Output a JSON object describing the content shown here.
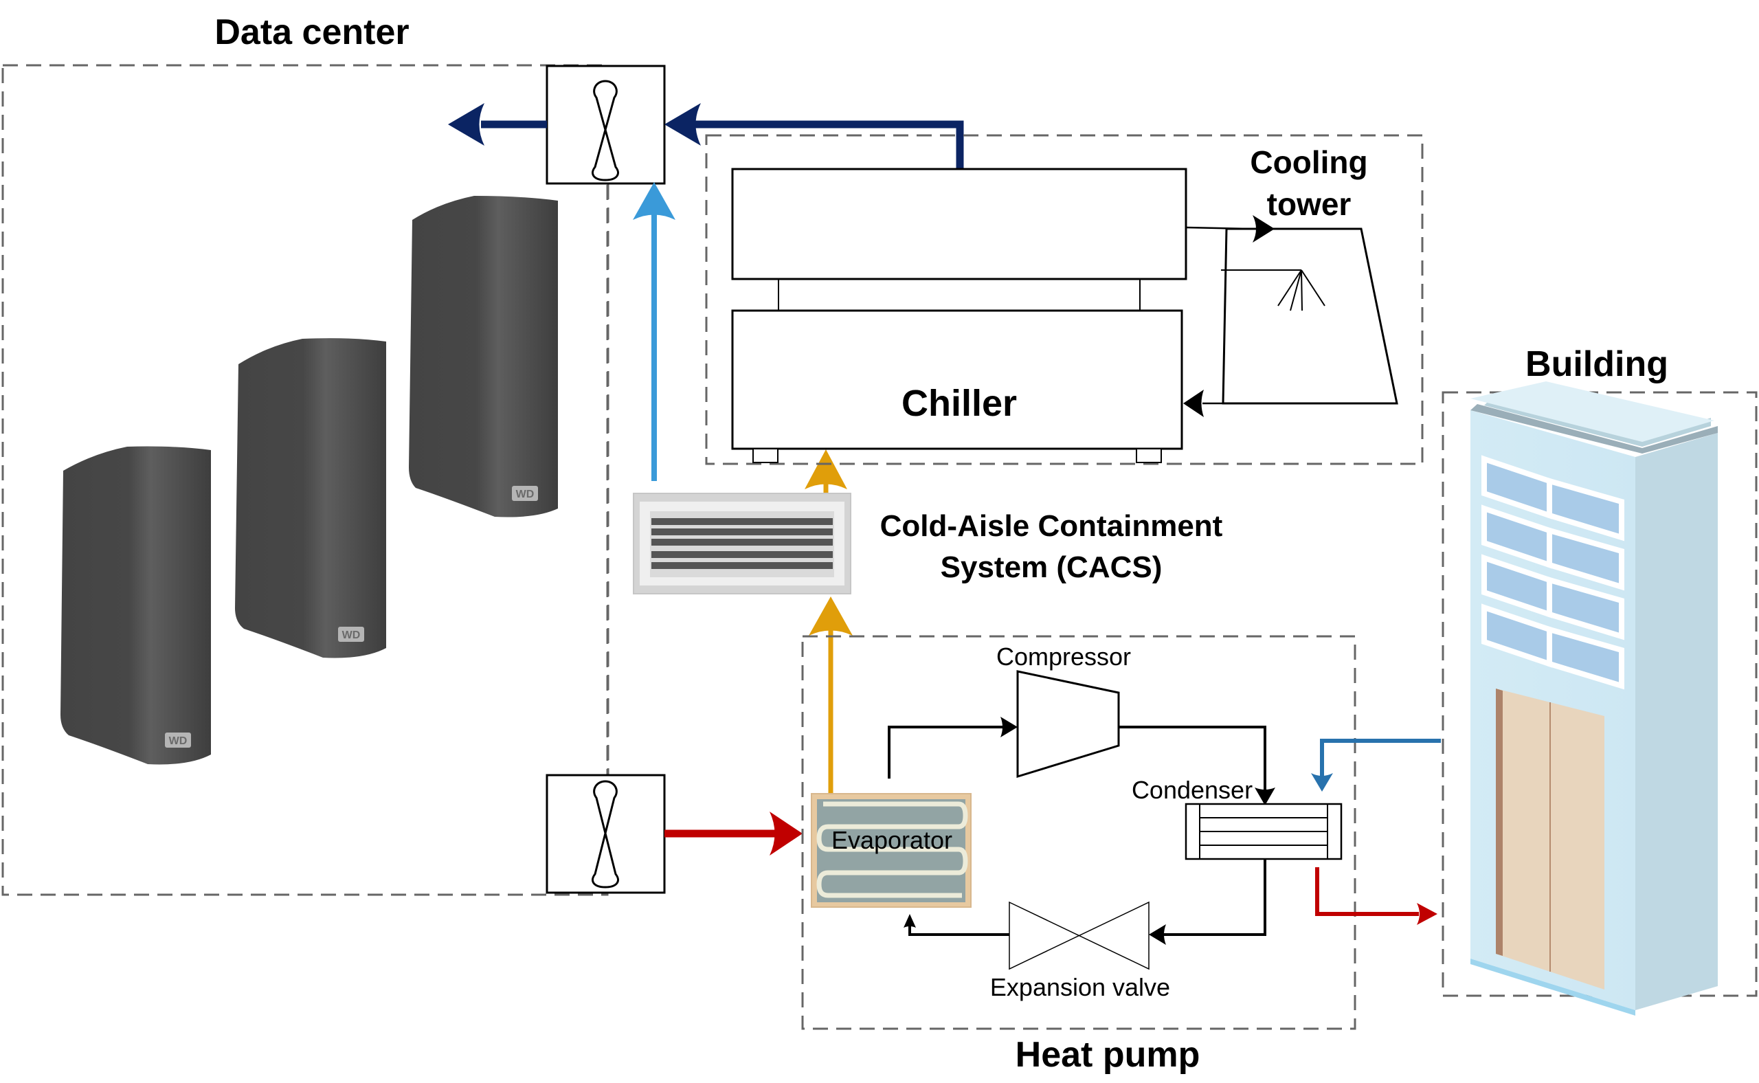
{
  "diagram": {
    "title_data_center": "Data center",
    "title_chiller": "Chiller",
    "title_cooling_tower_line1": "Cooling",
    "title_cooling_tower_line2": "tower",
    "title_cacs_line1": "Cold-Aisle Containment",
    "title_cacs_line2": "System (CACS)",
    "title_heat_pump": "Heat pump",
    "title_building": "Building",
    "label_compressor": "Compressor",
    "label_condenser": "Condenser",
    "label_evaporator": "Evaporator",
    "label_expansion_valve": "Expansion valve",
    "server_logo": "WD"
  },
  "colors": {
    "exhaust_air": "#0b2463",
    "cold_supply_air": "#3a9ad9",
    "hot_air": "#c00000",
    "heat_recovery": "#e09e0a",
    "building_return_water": "#2872ad",
    "building_supply_water": "#c00000",
    "refrigerant": "#000000",
    "boundary": "#666666"
  }
}
